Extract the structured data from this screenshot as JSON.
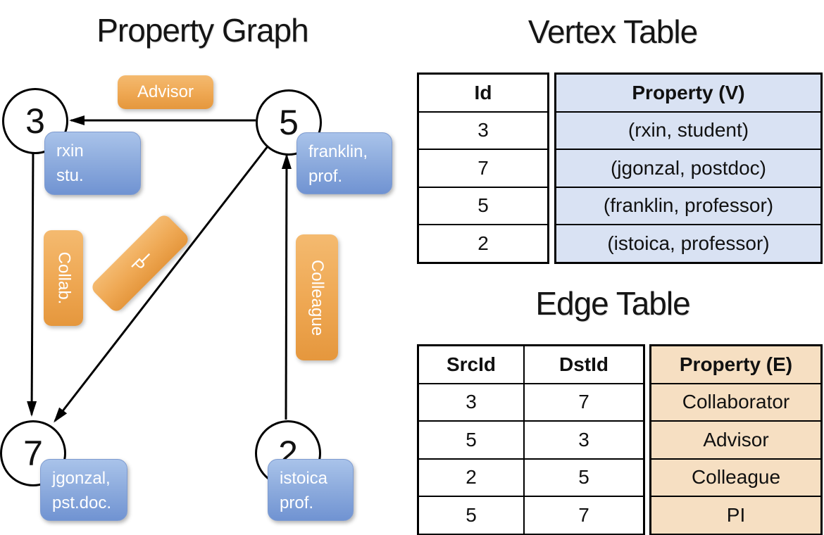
{
  "titles": {
    "graph": "Property Graph",
    "vertex_table": "Vertex Table",
    "edge_table": "Edge Table"
  },
  "graph": {
    "vertices": [
      {
        "id": "3",
        "line1": "rxin",
        "line2": "stu."
      },
      {
        "id": "5",
        "line1": "franklin,",
        "line2": "prof."
      },
      {
        "id": "7",
        "line1": "jgonzal,",
        "line2": "pst.doc."
      },
      {
        "id": "2",
        "line1": "istoica",
        "line2": "prof."
      }
    ],
    "edge_labels": {
      "advisor": "Advisor",
      "collab": "Collab.",
      "pi": "PI",
      "colleague": "Colleague"
    }
  },
  "vertex_table": {
    "headers": {
      "id": "Id",
      "property": "Property (V)"
    },
    "rows": [
      {
        "id": "3",
        "property": "(rxin, student)"
      },
      {
        "id": "7",
        "property": "(jgonzal, postdoc)"
      },
      {
        "id": "5",
        "property": "(franklin, professor)"
      },
      {
        "id": "2",
        "property": "(istoica, professor)"
      }
    ]
  },
  "edge_table": {
    "headers": {
      "src": "SrcId",
      "dst": "DstId",
      "property": "Property (E)"
    },
    "rows": [
      {
        "src": "3",
        "dst": "7",
        "property": "Collaborator"
      },
      {
        "src": "5",
        "dst": "3",
        "property": "Advisor"
      },
      {
        "src": "2",
        "dst": "5",
        "property": "Colleague"
      },
      {
        "src": "5",
        "dst": "7",
        "property": "PI"
      }
    ]
  },
  "colors": {
    "edge_label_top": "#F4BA70",
    "edge_label_bottom": "#E5973D",
    "vertex_label_top": "#A9C3EA",
    "vertex_label_bottom": "#7093D2",
    "vertex_table_fill": "#D9E2F3",
    "edge_table_fill": "#F6DFC2",
    "line": "#000000",
    "text_on_label": "#FFFFFF"
  }
}
